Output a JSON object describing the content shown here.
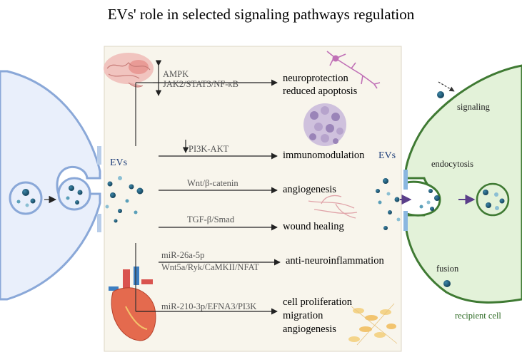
{
  "title": "EVs' role in selected signaling pathways regulation",
  "left_cell": {
    "evs_label": "EVs"
  },
  "pathways": [
    {
      "lines": [
        "AMPK",
        "JAK2/STAT3/NF-κB"
      ],
      "outcome": [
        "neuroprotection",
        "reduced apoptosis"
      ]
    },
    {
      "lines": [
        "PI3K-AKT"
      ],
      "outcome": [
        "immunomodulation"
      ]
    },
    {
      "lines": [
        "Wnt/β-catenin"
      ],
      "outcome": [
        "angiogenesis"
      ]
    },
    {
      "lines": [
        "TGF-β/Smad"
      ],
      "outcome": [
        "wound healing"
      ]
    },
    {
      "lines": [
        "miR-26a-5p",
        "Wnt5a/Ryk/CaMKII/NFAT"
      ],
      "outcome": [
        "anti-neuroinflammation"
      ]
    },
    {
      "lines": [
        "miR-210-3p/EFNA3/PI3K"
      ],
      "outcome": [
        "cell proliferation",
        "migration",
        "angiogenesis"
      ]
    }
  ],
  "right_cell": {
    "evs_label": "EVs",
    "signaling": "signaling",
    "endocytosis": "endocytosis",
    "fusion": "fusion",
    "recipient": "recipient cell"
  },
  "colors": {
    "panel": "#f8f5ec",
    "donor_cell": "#e9effb",
    "donor_membrane": "#8aa8d8",
    "recipient_cell": "#e3f2d9",
    "recipient_membrane": "#3f7a33",
    "vesicle": "#1d5a78"
  }
}
